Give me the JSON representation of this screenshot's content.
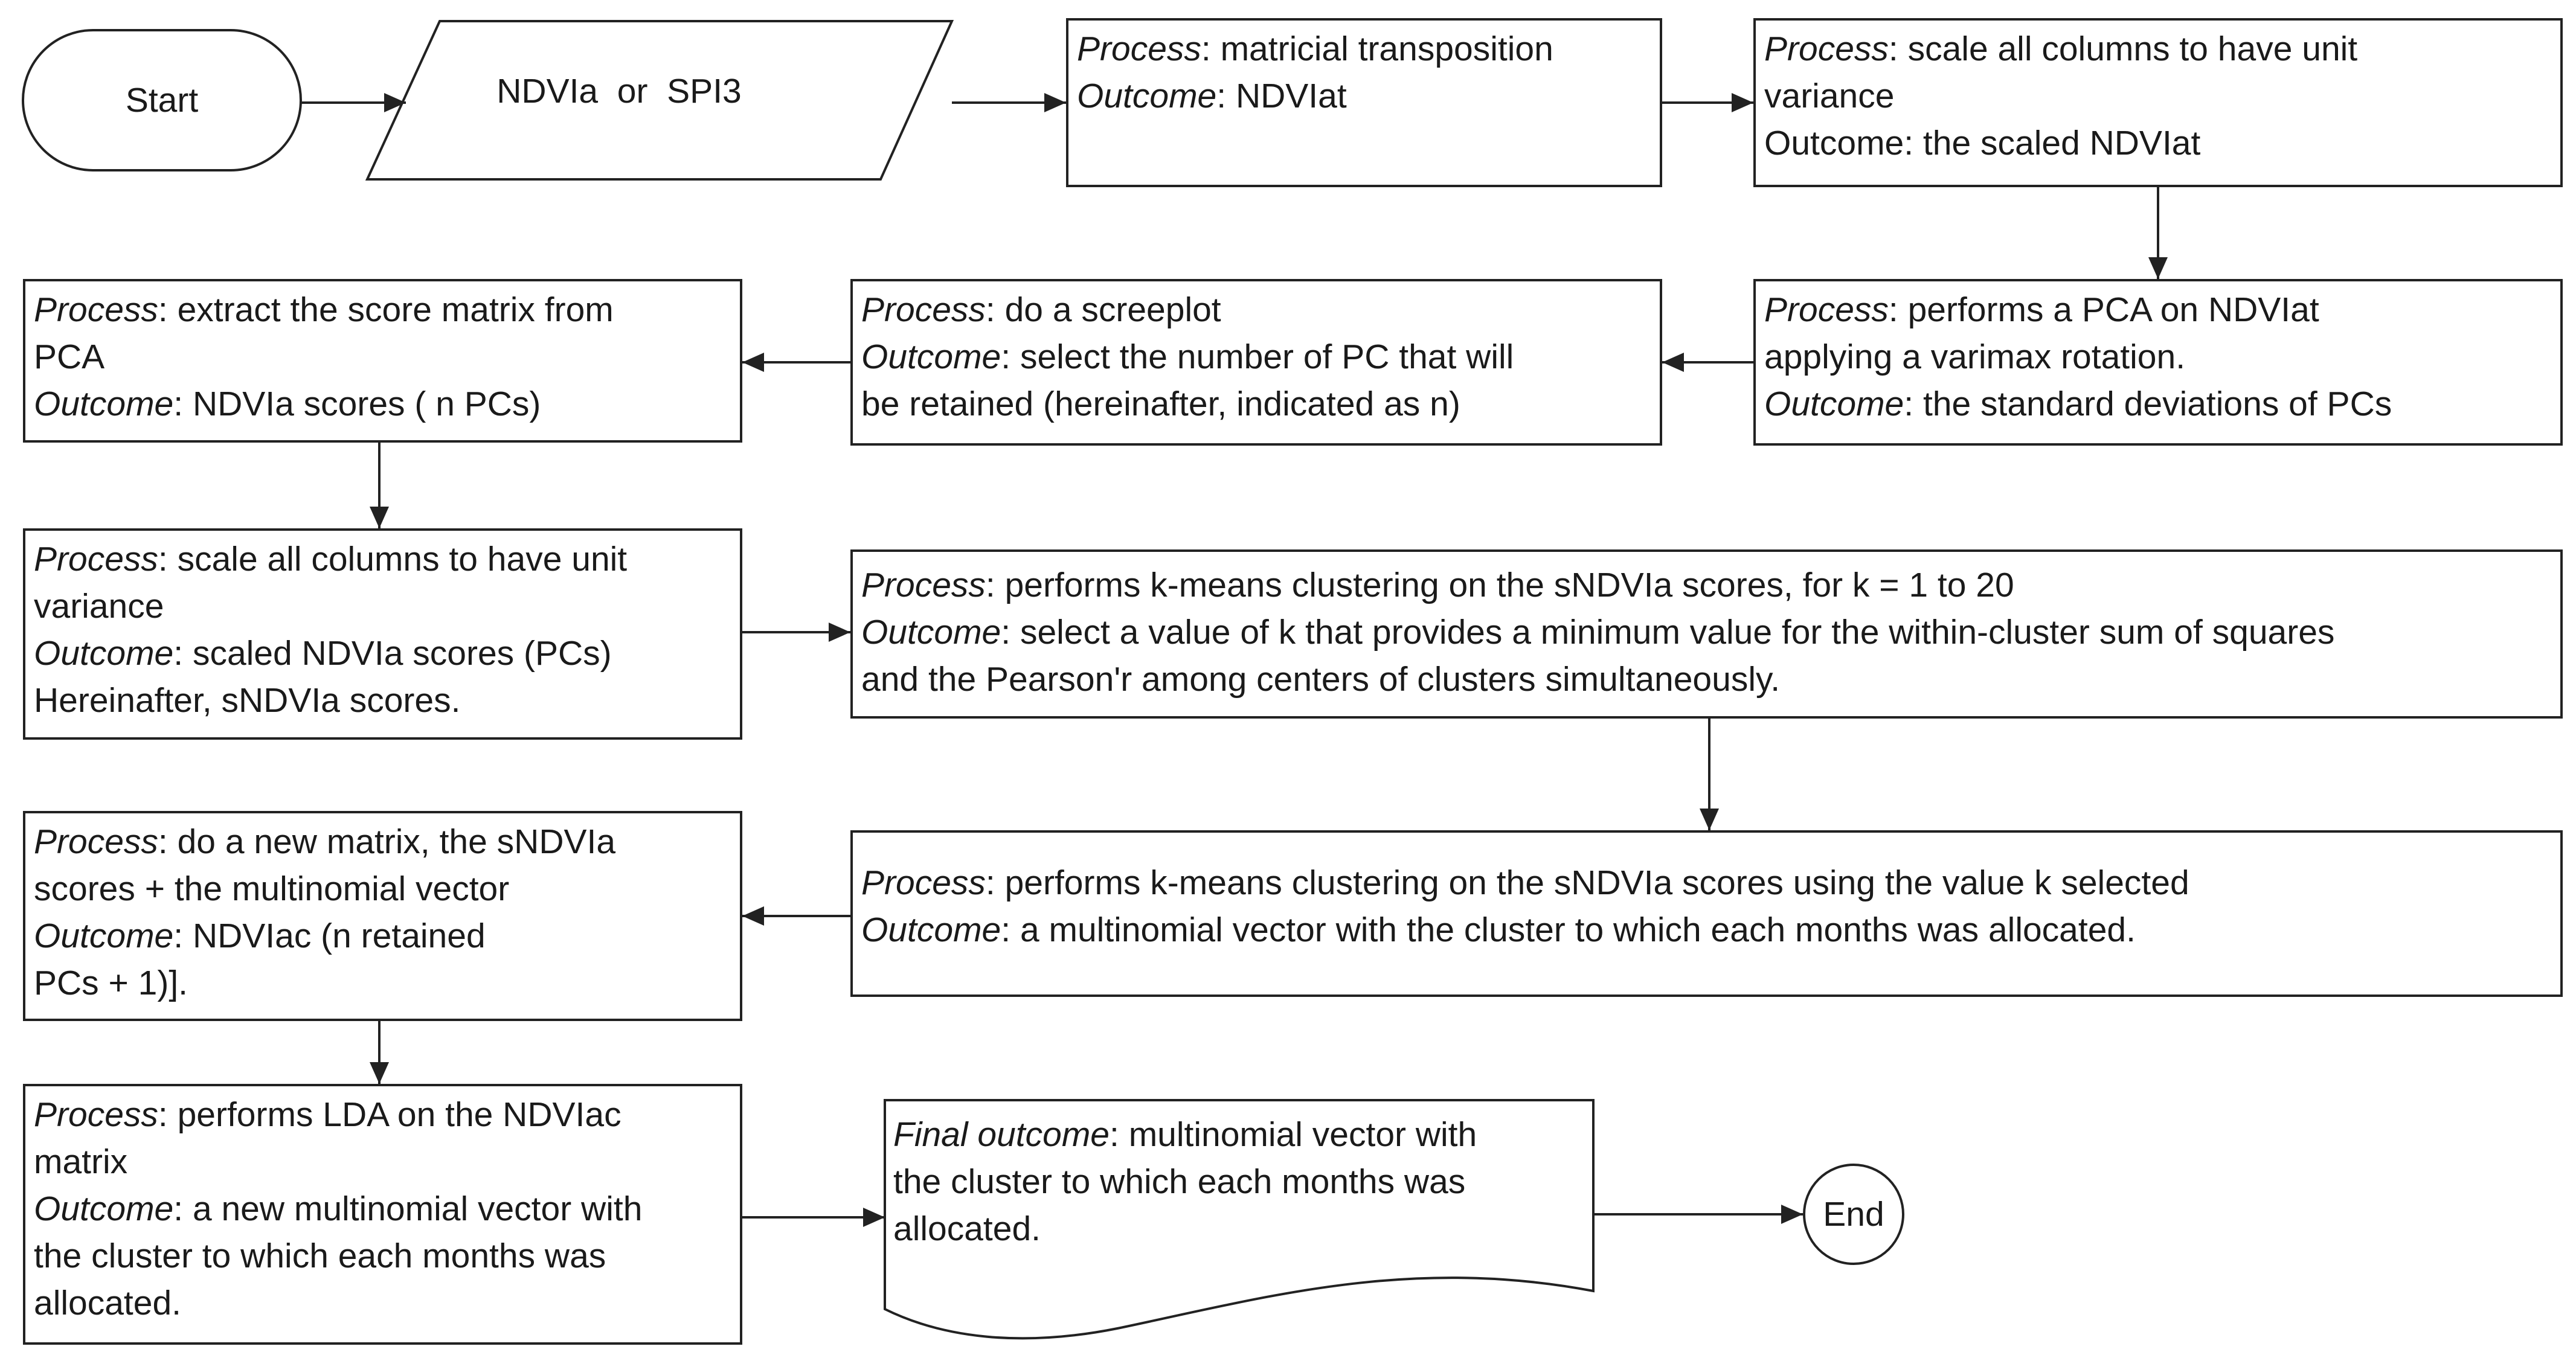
{
  "terminals": {
    "start": "Start",
    "end": "End"
  },
  "input": {
    "text": "NDVIa  or  SPI3"
  },
  "steps": [
    {
      "id": "s1",
      "process_key": "Process",
      "process": ": matricial transposition",
      "outcome_key": "Outcome",
      "outcome": ": NDVIat"
    },
    {
      "id": "s2",
      "process_key": "Process",
      "process": ": scale all columns to have unit\nvariance",
      "outcome_key": "",
      "outcome": "Outcome: the scaled NDVIat"
    },
    {
      "id": "s3",
      "process_key": "Process",
      "process": ": performs a PCA on NDVIat\napplying a varimax rotation.",
      "outcome_key": "Outcome",
      "outcome": ": the standard deviations of PCs"
    },
    {
      "id": "s4",
      "process_key": "Process",
      "process": ": do a screeplot",
      "outcome_key": "Outcome",
      "outcome": ": select the number of PC that will\nbe retained (hereinafter, indicated as n)"
    },
    {
      "id": "s5",
      "process_key": "Process",
      "process": ": extract the score matrix from\nPCA",
      "outcome_key": "Outcome",
      "outcome": ": NDVIa scores ( n PCs)"
    },
    {
      "id": "s6",
      "process_key": "Process",
      "process": ": scale all columns to have unit\nvariance",
      "outcome_key": "Outcome",
      "outcome": ": scaled NDVIa scores (PCs)\nHereinafter, sNDVIa scores."
    },
    {
      "id": "s7",
      "process_key": "Process",
      "process": ": performs k-means clustering on the sNDVIa scores, for k = 1 to 20",
      "outcome_key": "Outcome",
      "outcome": ": select a value of k that provides a minimum value for the within-cluster sum of squares\nand the Pearson'r among centers of clusters simultaneously."
    },
    {
      "id": "s8",
      "process_key": "Process",
      "process": ": performs k-means clustering on the sNDVIa scores using the value k selected",
      "outcome_key": "Outcome",
      "outcome": ": a multinomial vector with the cluster to which each months was allocated."
    },
    {
      "id": "s9",
      "process_key": "Process",
      "process": ": do a new matrix, the sNDVIa\nscores + the multinomial vector",
      "outcome_key": "Outcome",
      "outcome": ": NDVIac (n retained\nPCs + 1)]."
    },
    {
      "id": "s10",
      "process_key": "Process",
      "process": ": performs LDA on the NDVIac\nmatrix",
      "outcome_key": "Outcome",
      "outcome": ": a new multinomial vector with\nthe cluster to which each months was\nallocated."
    }
  ],
  "final": {
    "key": "Final outcome",
    "text": ": multinomial vector with\nthe cluster to which each months was\nallocated."
  }
}
